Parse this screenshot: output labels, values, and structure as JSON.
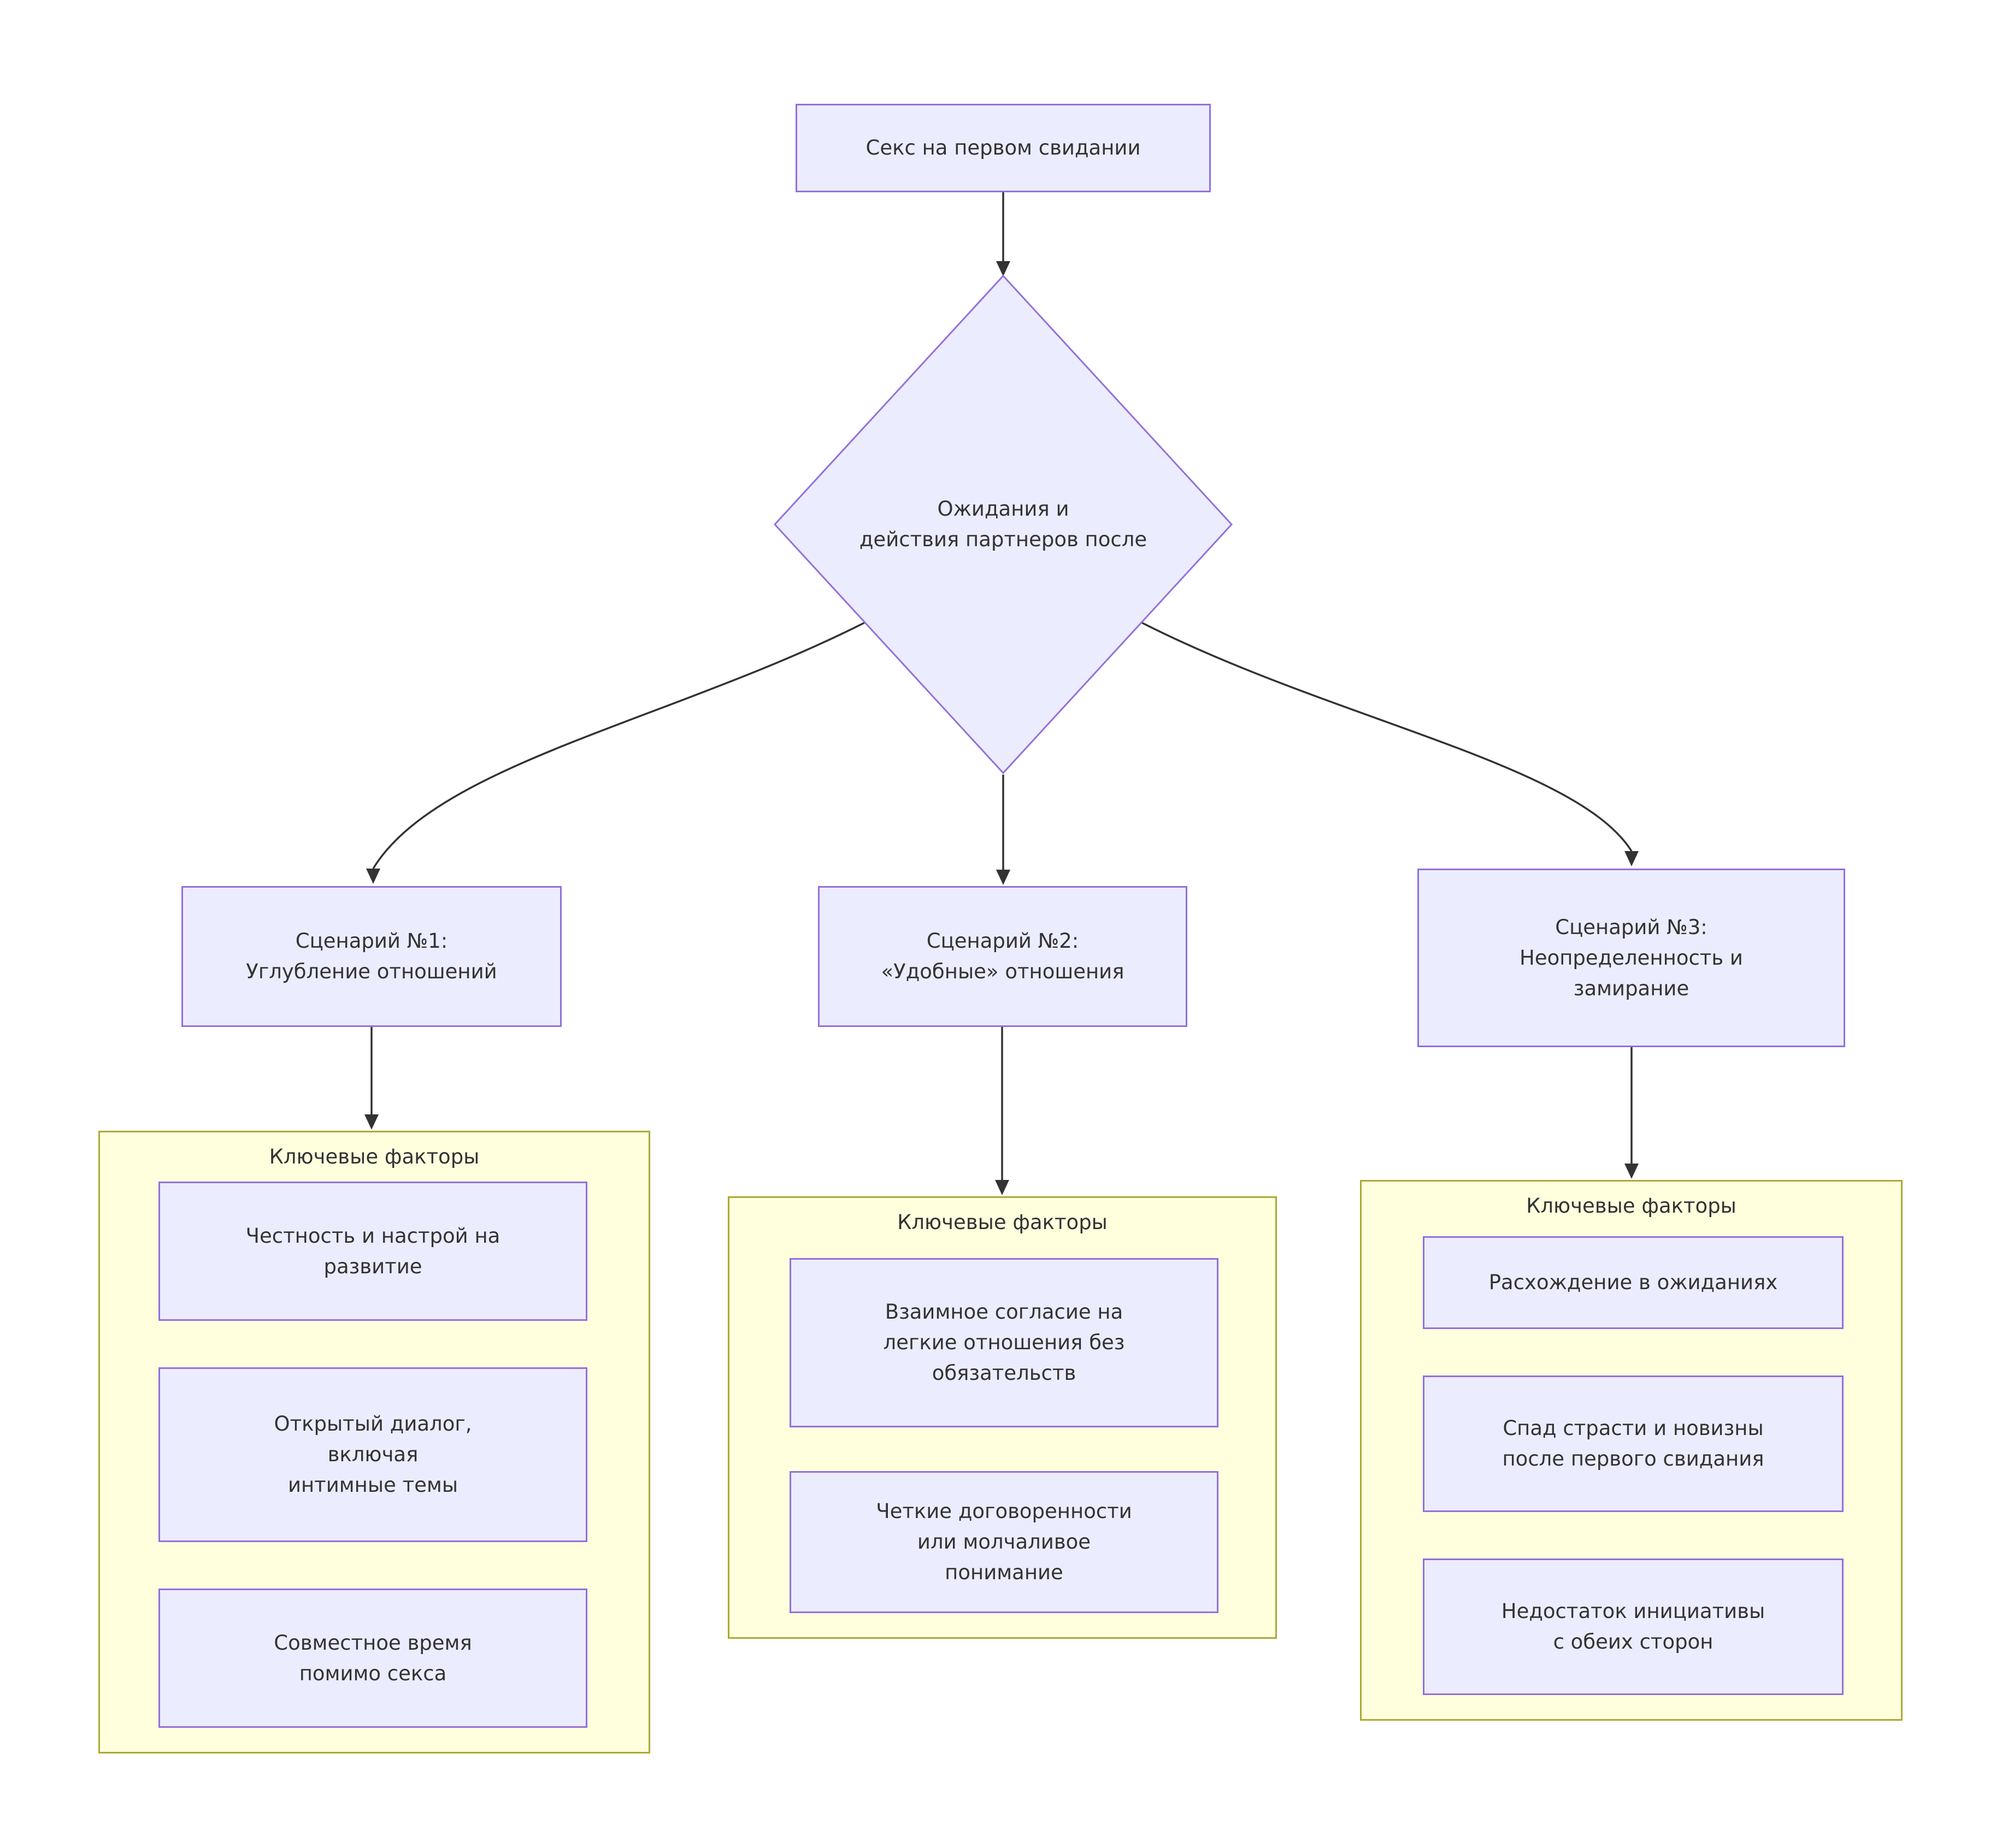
{
  "colors": {
    "node_fill": "#ECECFF",
    "node_border": "#9370DB",
    "cluster_fill": "#FFFFDE",
    "cluster_border": "#AAAA33",
    "text": "#333333",
    "edge": "#333333"
  },
  "flowchart": {
    "root": {
      "lines": [
        "Секс на первом свидании"
      ]
    },
    "decision": {
      "lines": [
        "Ожидания и",
        "действия партнеров после"
      ]
    },
    "scenario1": {
      "lines": [
        "Сценарий №1:",
        "Углубление отношений"
      ]
    },
    "scenario2": {
      "lines": [
        "Сценарий №2:",
        "«Удобные» отношения"
      ]
    },
    "scenario3": {
      "lines": [
        "Сценарий №3:",
        "Неопределенность и",
        "замирание"
      ]
    },
    "cluster1": {
      "title": "Ключевые факторы",
      "factors": [
        {
          "lines": [
            "Честность и настрой на",
            "развитие"
          ]
        },
        {
          "lines": [
            "Открытый диалог,",
            "включая",
            "интимные темы"
          ]
        },
        {
          "lines": [
            "Совместное время",
            "помимо секса"
          ]
        }
      ]
    },
    "cluster2": {
      "title": "Ключевые факторы",
      "factors": [
        {
          "lines": [
            "Взаимное согласие на",
            "легкие отношения без",
            "обязательств"
          ]
        },
        {
          "lines": [
            "Четкие договоренности",
            "или молчаливое",
            "понимание"
          ]
        }
      ]
    },
    "cluster3": {
      "title": "Ключевые факторы",
      "factors": [
        {
          "lines": [
            "Расхождение в ожиданиях"
          ]
        },
        {
          "lines": [
            "Спад страсти и новизны",
            "после первого свидания"
          ]
        },
        {
          "lines": [
            "Недостаток инициативы",
            "с обеих сторон"
          ]
        }
      ]
    }
  }
}
